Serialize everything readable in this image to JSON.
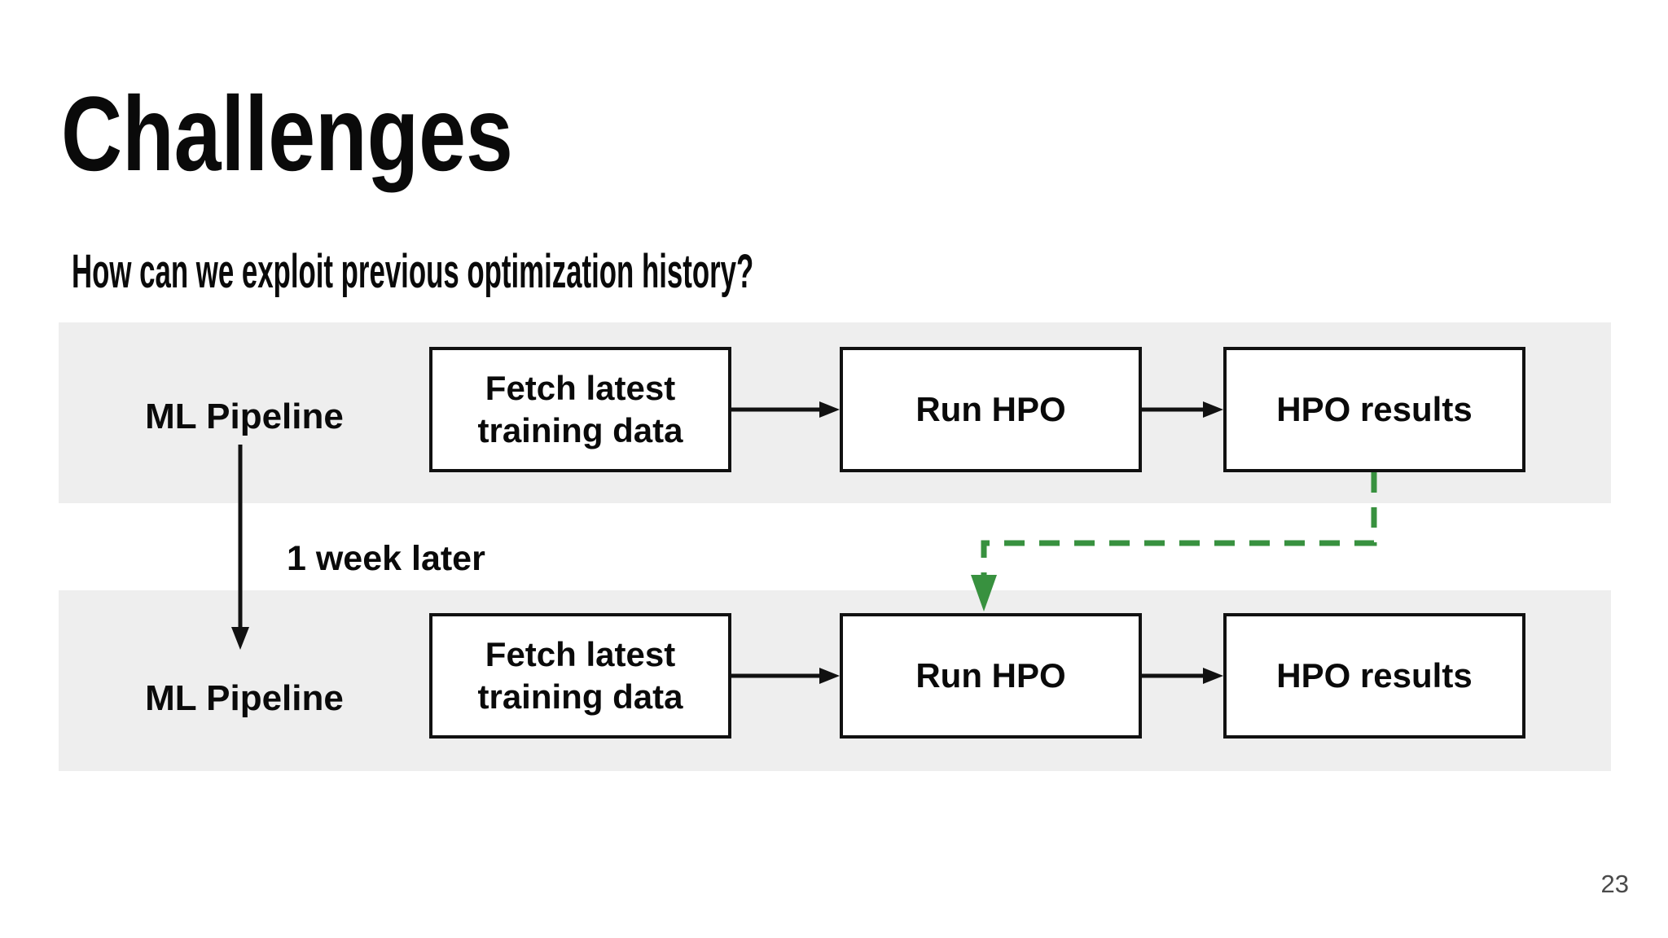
{
  "slide": {
    "title": "Challenges",
    "subtitle": "How can we exploit previous optimization history?",
    "page_number": "23"
  },
  "diagram": {
    "time_gap_label": "1 week later",
    "rows": [
      {
        "label": "ML Pipeline",
        "boxes": [
          {
            "label": "Fetch latest training data"
          },
          {
            "label": "Run HPO"
          },
          {
            "label": "HPO results"
          }
        ]
      },
      {
        "label": "ML Pipeline",
        "boxes": [
          {
            "label": "Fetch latest training data"
          },
          {
            "label": "Run HPO"
          },
          {
            "label": "HPO results"
          }
        ]
      }
    ],
    "colors": {
      "band_background": "#eeeeee",
      "arrow_black": "#111111",
      "history_arrow_green": "#38913f"
    }
  }
}
